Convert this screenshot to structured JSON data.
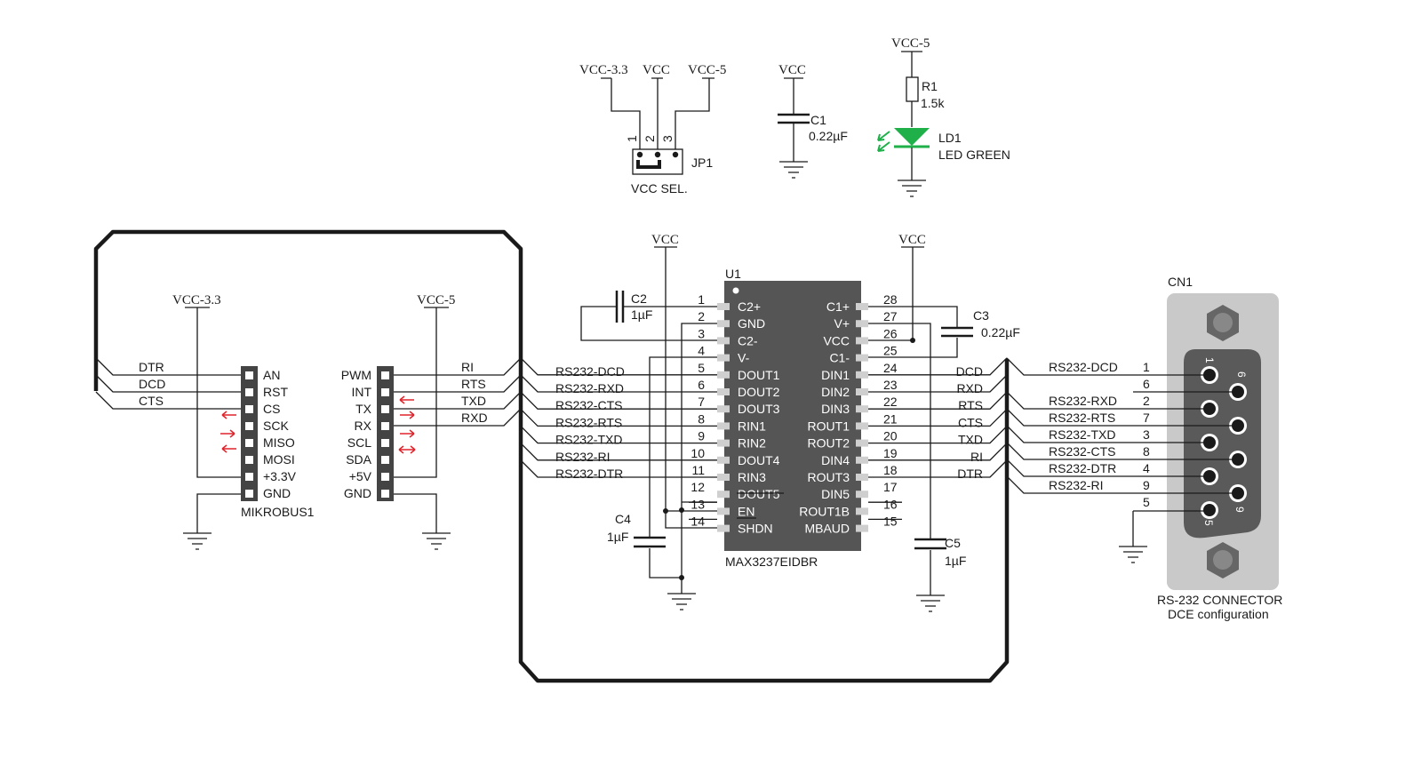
{
  "jumper": {
    "ref": "JP1",
    "desc": "VCC SEL.",
    "nets": [
      "VCC-3.3",
      "VCC",
      "VCC-5"
    ],
    "pins": [
      "1",
      "2",
      "3"
    ]
  },
  "c1": {
    "net": "VCC",
    "ref": "C1",
    "value": "0.22µF"
  },
  "led": {
    "net": "VCC-5",
    "r_ref": "R1",
    "r_value": "1.5k",
    "ref": "LD1",
    "value": "LED GREEN",
    "color": "#1fb04a"
  },
  "mikrobus": {
    "ref": "MIKROBUS1",
    "left_labels": [
      "AN",
      "RST",
      "CS",
      "SCK",
      "MISO",
      "MOSI",
      "+3.3V",
      "GND"
    ],
    "right_labels": [
      "PWM",
      "INT",
      "TX",
      "RX",
      "SCL",
      "SDA",
      "+5V",
      "GND"
    ],
    "vcc33": "VCC-3.3",
    "vcc5": "VCC-5",
    "left_nets": [
      "DTR",
      "DCD",
      "CTS"
    ],
    "right_nets": [
      "RI",
      "RTS",
      "TXD",
      "RXD"
    ]
  },
  "ic": {
    "ref": "U1",
    "part": "MAX3237EIDBR",
    "vcc_left": "VCC",
    "vcc_right": "VCC",
    "left_pins": [
      {
        "num": "1",
        "name": "C2+"
      },
      {
        "num": "2",
        "name": "GND"
      },
      {
        "num": "3",
        "name": "C2-"
      },
      {
        "num": "4",
        "name": "V-"
      },
      {
        "num": "5",
        "name": "DOUT1"
      },
      {
        "num": "6",
        "name": "DOUT2"
      },
      {
        "num": "7",
        "name": "DOUT3"
      },
      {
        "num": "8",
        "name": "RIN1"
      },
      {
        "num": "9",
        "name": "RIN2"
      },
      {
        "num": "10",
        "name": "DOUT4"
      },
      {
        "num": "11",
        "name": "RIN3"
      },
      {
        "num": "12",
        "name": "DOUT5"
      },
      {
        "num": "13",
        "name": "EN"
      },
      {
        "num": "14",
        "name": "SHDN"
      }
    ],
    "right_pins": [
      {
        "num": "28",
        "name": "C1+"
      },
      {
        "num": "27",
        "name": "V+"
      },
      {
        "num": "26",
        "name": "VCC"
      },
      {
        "num": "25",
        "name": "C1-"
      },
      {
        "num": "24",
        "name": "DIN1"
      },
      {
        "num": "23",
        "name": "DIN2"
      },
      {
        "num": "22",
        "name": "DIN3"
      },
      {
        "num": "21",
        "name": "ROUT1"
      },
      {
        "num": "20",
        "name": "ROUT2"
      },
      {
        "num": "19",
        "name": "DIN4"
      },
      {
        "num": "18",
        "name": "ROUT3"
      },
      {
        "num": "17",
        "name": "DIN5"
      },
      {
        "num": "16",
        "name": "ROUT1B"
      },
      {
        "num": "15",
        "name": "MBAUD"
      }
    ],
    "left_nets": [
      "RS232-DCD",
      "RS232-RXD",
      "RS232-CTS",
      "RS232-RTS",
      "RS232-TXD",
      "RS232-RI",
      "RS232-DTR"
    ],
    "right_nets": [
      "DCD",
      "RXD",
      "RTS",
      "CTS",
      "TXD",
      "RI",
      "DTR"
    ]
  },
  "caps": {
    "c2_ref": "C2",
    "c2_val": "1µF",
    "c3_ref": "C3",
    "c3_val": "0.22µF",
    "c4_ref": "C4",
    "c4_val": "1µF",
    "c5_ref": "C5",
    "c5_val": "1µF"
  },
  "connector": {
    "ref": "CN1",
    "nets": [
      {
        "name": "RS232-DCD",
        "pin": "1"
      },
      {
        "name": "",
        "pin": "6"
      },
      {
        "name": "RS232-RXD",
        "pin": "2"
      },
      {
        "name": "RS232-RTS",
        "pin": "7"
      },
      {
        "name": "RS232-TXD",
        "pin": "3"
      },
      {
        "name": "RS232-CTS",
        "pin": "8"
      },
      {
        "name": "RS232-DTR",
        "pin": "4"
      },
      {
        "name": "RS232-RI",
        "pin": "9"
      },
      {
        "name": "",
        "pin": "5"
      }
    ],
    "body_marks": [
      "1",
      "6",
      "9",
      "5"
    ],
    "caption1": "RS-232 CONNECTOR",
    "caption2": "DCE configuration"
  }
}
